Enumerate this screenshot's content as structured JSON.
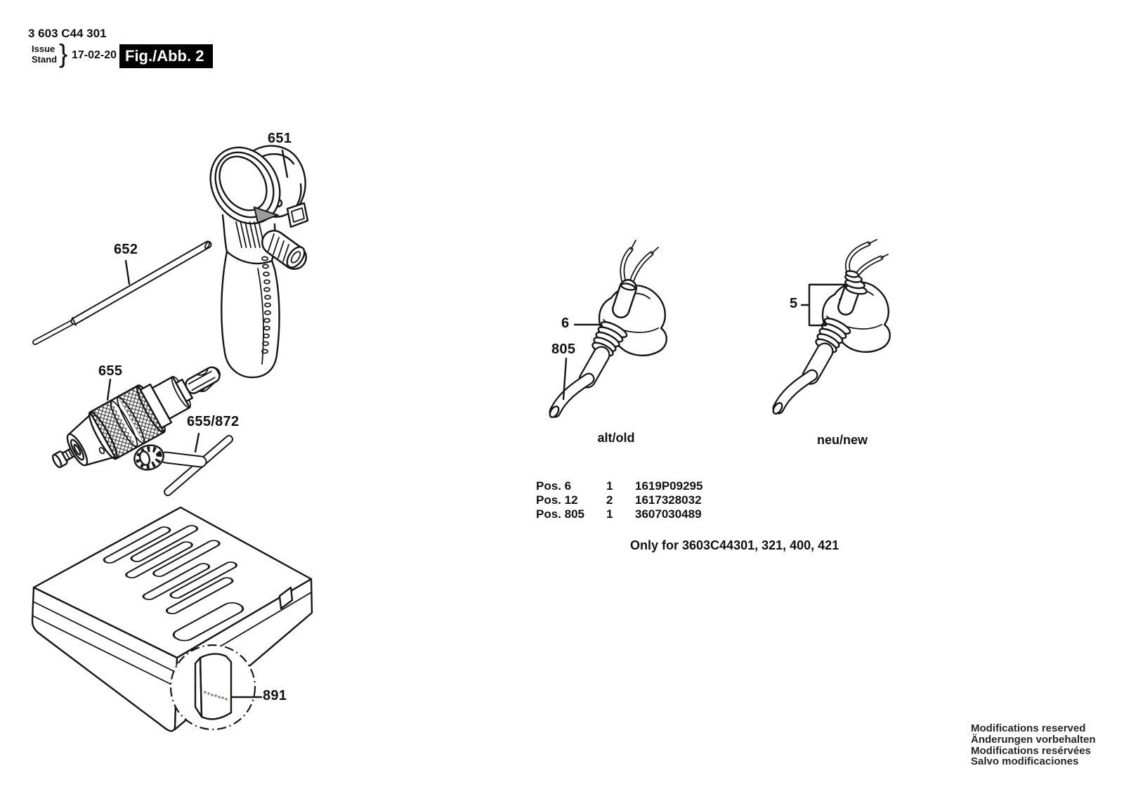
{
  "header": {
    "part_number": "3 603 C44 301",
    "issue": "Issue",
    "stand": "Stand",
    "brace": "}",
    "date": "17-02-20",
    "figure": "Fig./Abb. 2"
  },
  "callouts": {
    "aux_handle": "651",
    "depth_rod": "652",
    "chuck": "655",
    "chuck_key": "655/872",
    "case_insert": "891",
    "plug_body": "6",
    "cable": "805",
    "plug_new": "5"
  },
  "captions": {
    "old_version": "alt/old",
    "new_version": "neu/new"
  },
  "parts_list": {
    "rows": [
      {
        "pos": "Pos. 6",
        "qty": "1",
        "part_no": "1619P09295"
      },
      {
        "pos": "Pos. 12",
        "qty": "2",
        "part_no": "1617328032"
      },
      {
        "pos": "Pos. 805",
        "qty": "1",
        "part_no": "3607030489"
      }
    ],
    "note": "Only for 3603C44301, 321, 400, 421"
  },
  "footer": {
    "lines": [
      "Modifications reserved",
      "Änderungen vorbehalten",
      "Modifications resérvées",
      "Salvo modificaciones"
    ]
  },
  "colors": {
    "ink": "#161616",
    "paper": "#ffffff",
    "insert_shade": "#b9b3a1",
    "badge_bg": "#000000",
    "badge_fg": "#ffffff"
  }
}
